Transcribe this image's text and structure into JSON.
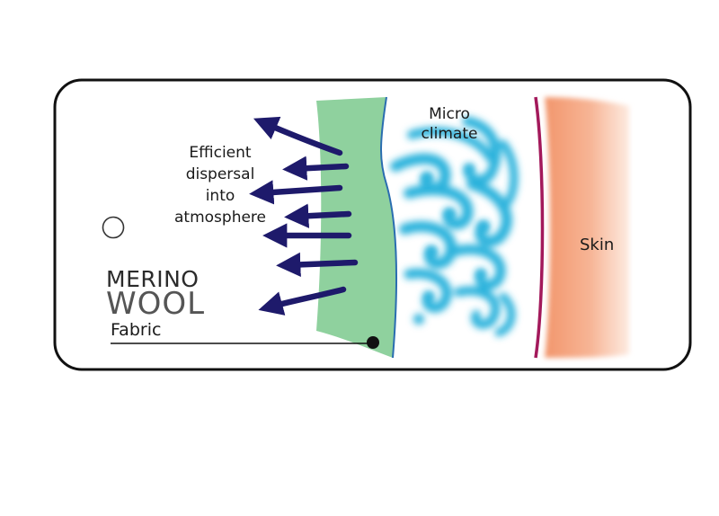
{
  "labels": {
    "dispersal": [
      "Efficient",
      "dispersal",
      "into",
      "atmosphere"
    ],
    "micro_climate": [
      "Micro",
      "climate"
    ],
    "skin": "Skin",
    "merino": "MERINO",
    "wool": "WOOL",
    "fabric": "Fabric"
  },
  "colors": {
    "fabric_fill": "#8fd19e",
    "fabric_edge": "#2a6db0",
    "arrow": "#1e1a6b",
    "vapour": "#2bb2dc",
    "skin_light": "#fde3d4",
    "skin_dark": "#f2966c",
    "skin_line": "#a3195b",
    "border": "#111111"
  },
  "icons": [
    "tag-hole-icon",
    "arrow-icon",
    "fabric-marker-dot-icon"
  ]
}
